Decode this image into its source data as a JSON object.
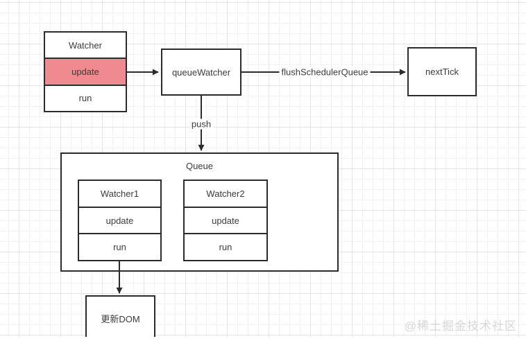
{
  "nodes": {
    "watcher": {
      "title": "Watcher",
      "update": "update",
      "run": "run"
    },
    "queue_watcher": {
      "label": "queueWatcher"
    },
    "next_tick": {
      "label": "nextTick"
    },
    "queue": {
      "title": "Queue",
      "watcher1": {
        "title": "Watcher1",
        "update": "update",
        "run": "run"
      },
      "watcher2": {
        "title": "Watcher2",
        "update": "update",
        "run": "run"
      }
    },
    "update_dom": {
      "label": "更新DOM"
    }
  },
  "edges": {
    "flush": "flushSchedulerQueue",
    "push": "push"
  },
  "watermark": "@稀土掘金技术社区",
  "colors": {
    "highlight": "#ef8b90",
    "line": "#2b2b2b",
    "watermark": "#d7d7d7"
  }
}
